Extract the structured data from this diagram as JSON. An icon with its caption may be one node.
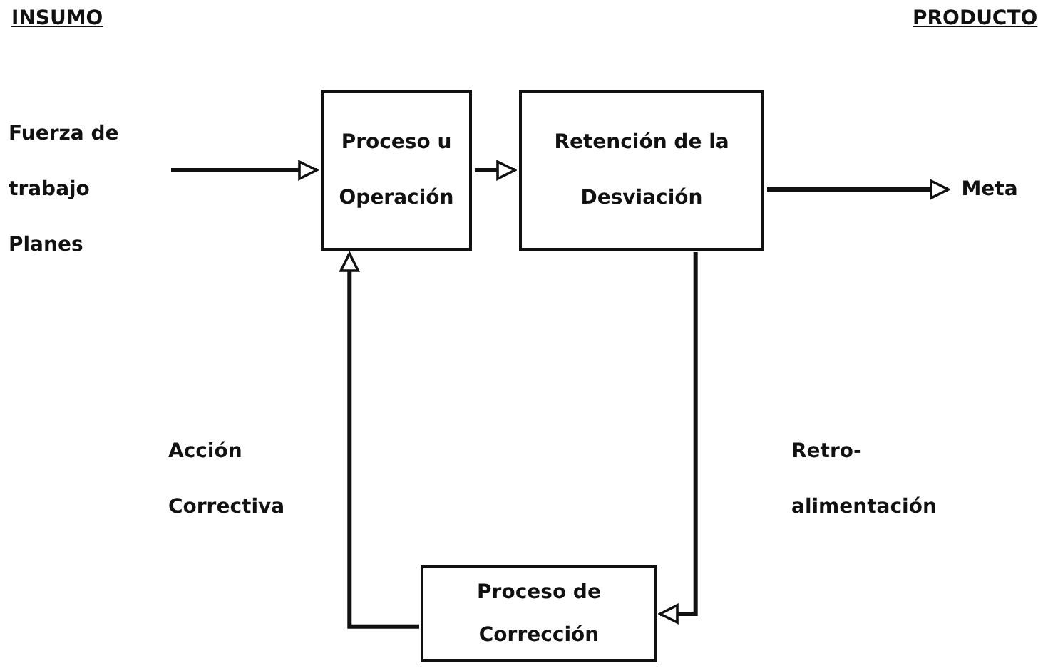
{
  "diagram": {
    "nodes": [
      {
        "text": [
          "Fuerza de trabajo Planes"
        ]
      },
      {
        "text": [
          "Proceso u Operación"
        ]
      },
      {
        "text": [
          "Retención de la Desviación"
        ]
      },
      {
        "text": [
          "Meta"
        ]
      },
      {
        "text": [
          "Proceso de Corrección"
        ]
      }
    ],
    "edges": [
      {
        "from": 0,
        "to": 1,
        "arrow": "to"
      },
      {
        "from": 1,
        "to": 2,
        "arrow": "to"
      },
      {
        "from": 2,
        "to": 3,
        "arrow": "to"
      },
      {
        "from": 2,
        "to": 4,
        "arrow": "to",
        "label": "Retro- alimentación"
      },
      {
        "from": 4,
        "to": 1,
        "arrow": "to",
        "label": "Acción Correctiva"
      }
    ],
    "labels": [
      "INSUMO",
      "PRODUCTO"
    ]
  }
}
